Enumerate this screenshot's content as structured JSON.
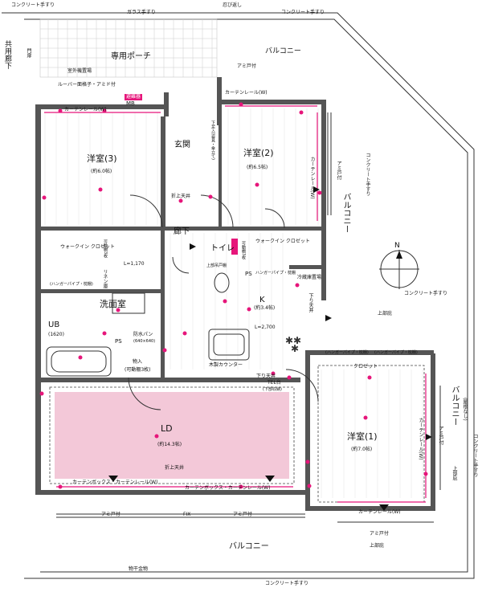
{
  "top": {
    "concrete_railing_left": "コンクリート手すり",
    "glass_railing": "ガラス手すり",
    "shinobi_gaeshi": "忍び返し",
    "concrete_railing_right": "コンクリート手すり"
  },
  "porch": {
    "common_corridor": "共用廊下",
    "gate": "門扉",
    "private_porch": "専用ポーチ",
    "outdoor_heater": "室外機置場",
    "louver": "ルーバー面格子・アミド付",
    "meter_box": "MB",
    "meter_label": "避難器"
  },
  "balcony": {
    "top": "バルコニー",
    "right": "バルコニー",
    "bottom": "バルコニー",
    "right_small": "バルコニー",
    "right_small_note": "(屋根なし)",
    "screen": "アミ戸付",
    "concrete_railing_v": "コンクリート手すり",
    "concrete_railing_r": "コンクリート手すり",
    "concrete_railing_bottom": "コンクリート手すり",
    "upper_eave": "上部庇",
    "upper_eave2": "上部庇",
    "upper_eave3": "上部庇",
    "laundry": "物干金物",
    "fix": "FIX"
  },
  "rooms": {
    "western3": {
      "name": "洋室(3)",
      "size": "(約6.0帖)"
    },
    "western2": {
      "name": "洋室(2)",
      "size": "(約6.5帖)"
    },
    "western1": {
      "name": "洋室(1)",
      "size": "(約7.0帖)"
    },
    "entrance": {
      "name": "玄関"
    },
    "hallway": {
      "name": "廊下"
    },
    "toilet": {
      "name": "トイレ"
    },
    "kitchen": {
      "name": "K",
      "size": "(約3.4帖)"
    },
    "washroom": {
      "name": "洗面室"
    },
    "ub": {
      "name": "UB",
      "size": "(1620)"
    },
    "ld": {
      "name": "LD",
      "size": "(約14.3帖)"
    }
  },
  "fixtures": {
    "curtain_rail_w": "カーテンレール(W)",
    "curtain_rail_w2": "カーテンレール(W)",
    "curtain_rail_w3": "カーテンレール(W)",
    "curtain_rail_v": "カーテンレール(W)",
    "curtain_rail_v2": "カーテンレール(W)",
    "curtain_box": "カーテンボックス・カーテンレール(W)",
    "curtain_box2": "カーテンボックス・カーテンレール(W)",
    "shoe_box": "下足入(姿見・傘立て)",
    "walkin_closet": "ウォークイン クロゼット",
    "walkin_closet2": "ウォークイン クロゼット",
    "hanger_pipe_shelf": "(ハンガーパイプ・枕棚)",
    "hanger_pipe": "ハンガーパイプ・枕棚",
    "movable_shelf": "可動棚3枚",
    "movable_shelf2": "可動棚3枚",
    "storage": "物入",
    "storage_note": "(可動棚3枚)",
    "linen": "リネン庫",
    "l_1170": "L=1,170",
    "l_2700": "L=2,700",
    "fridge": "冷蔵庫置場",
    "waterproof_pan": "防水パン",
    "waterproof_pan_size": "(640×640)",
    "ps": "PS",
    "ps2": "PS",
    "ceiling_drop": "折上天井",
    "ceiling_drop2": "折上天井",
    "down_ceiling": "下り天井",
    "down_ceiling2": "下り天井",
    "counter": "木製カウンター",
    "tel": "TEL台",
    "tel_note": "(下部収納)",
    "closet": "クロゼット",
    "hanger_a": "(ハンガーパイプ・枕棚)",
    "hanger_b": "(ハンガーパイプ・枕棚)",
    "upper_storage": "上部吊戸棚",
    "north": "N"
  }
}
